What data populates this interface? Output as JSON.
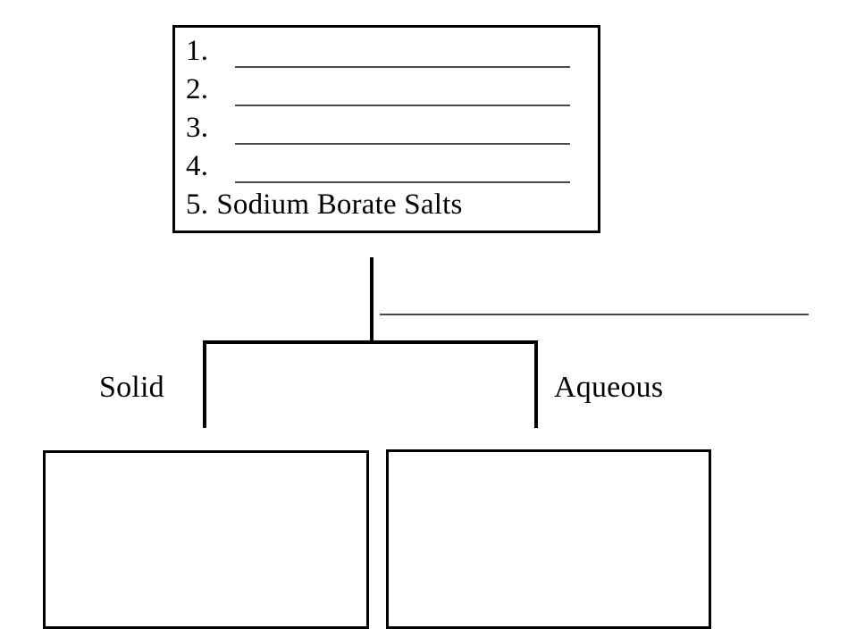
{
  "diagram": {
    "title_box": {
      "name": "numbered-list-box",
      "rows": [
        {
          "number": "1.",
          "text": "",
          "blank": true
        },
        {
          "number": "2.",
          "text": "",
          "blank": true
        },
        {
          "number": "3.",
          "text": "",
          "blank": true
        },
        {
          "number": "4.",
          "text": "",
          "blank": true
        },
        {
          "number": "5.",
          "text": "Sodium Borate Salts",
          "blank": false
        }
      ]
    },
    "side_blank_label": "",
    "branches": [
      {
        "label": "Solid",
        "box_content": ""
      },
      {
        "label": "Aqueous",
        "box_content": ""
      }
    ],
    "colors": {
      "line": "#000000",
      "blank_rule": "#4a4a4a",
      "background": "#ffffff"
    }
  }
}
